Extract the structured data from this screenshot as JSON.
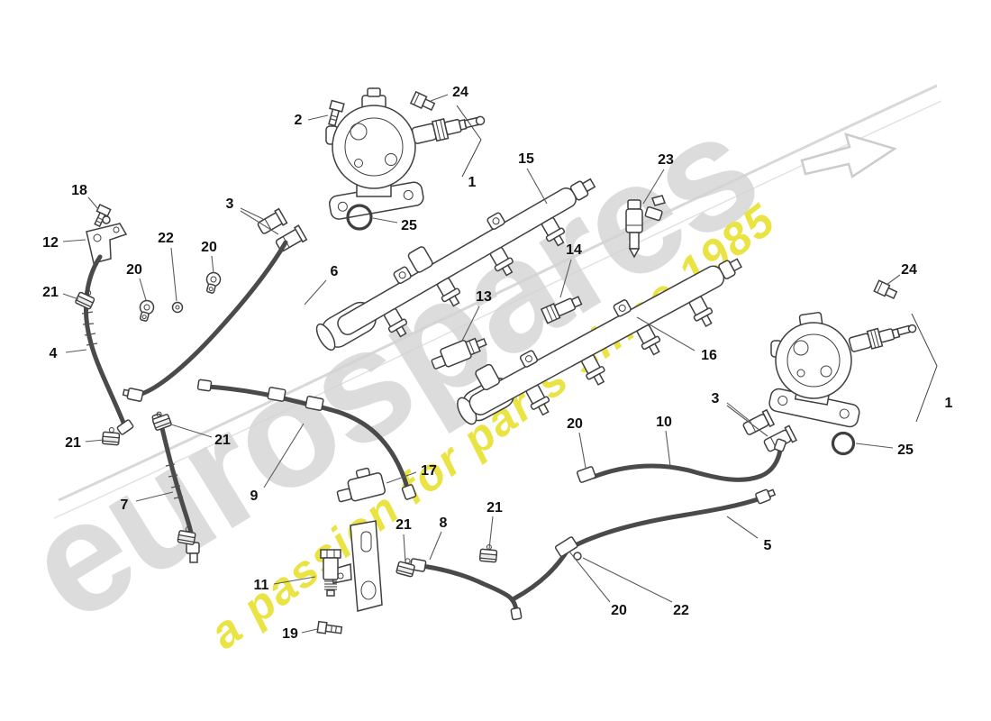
{
  "watermark": {
    "brand": "eurospares",
    "tagline": "a passion for parts since 1985",
    "brand_color": "#d4d4d4",
    "tagline_color": "#e9e23b"
  },
  "diagram": {
    "line_color": "#3f3f3f",
    "background_color": "#ffffff",
    "callouts": [
      {
        "label": "24"
      },
      {
        "label": "2"
      },
      {
        "label": "1"
      },
      {
        "label": "25"
      },
      {
        "label": "15"
      },
      {
        "label": "23"
      },
      {
        "label": "14"
      },
      {
        "label": "13"
      },
      {
        "label": "16"
      },
      {
        "label": "3"
      },
      {
        "label": "18"
      },
      {
        "label": "12"
      },
      {
        "label": "22"
      },
      {
        "label": "20"
      },
      {
        "label": "20"
      },
      {
        "label": "21"
      },
      {
        "label": "6"
      },
      {
        "label": "4"
      },
      {
        "label": "21"
      },
      {
        "label": "21"
      },
      {
        "label": "7"
      },
      {
        "label": "9"
      },
      {
        "label": "17"
      },
      {
        "label": "21"
      },
      {
        "label": "8"
      },
      {
        "label": "21"
      },
      {
        "label": "11"
      },
      {
        "label": "19"
      },
      {
        "label": "20"
      },
      {
        "label": "10"
      },
      {
        "label": "20"
      },
      {
        "label": "22"
      },
      {
        "label": "5"
      },
      {
        "label": "3"
      },
      {
        "label": "24"
      },
      {
        "label": "1"
      },
      {
        "label": "25"
      }
    ]
  }
}
